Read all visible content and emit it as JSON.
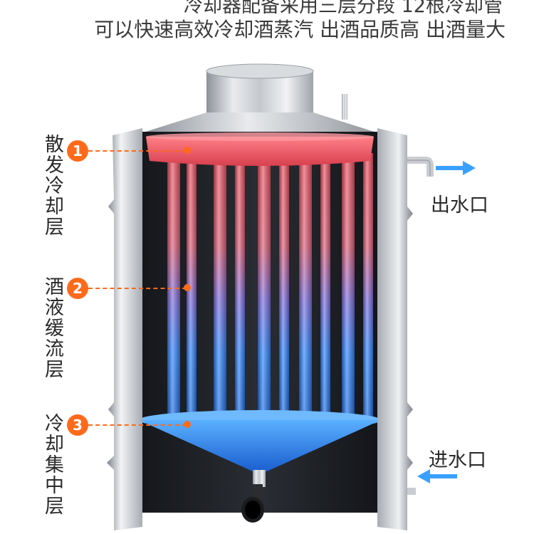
{
  "headline": {
    "line1": "冷却器配备采用三层分段 12根冷却管",
    "line2": "可以快速高效冷却酒蒸汽  出酒品质高  出酒量大"
  },
  "layers": [
    {
      "number": "1",
      "label": "散发冷却层"
    },
    {
      "number": "2",
      "label": "酒液缓流层"
    },
    {
      "number": "3",
      "label": "冷却集中层"
    }
  ],
  "ports": {
    "outlet": "出水口",
    "inlet": "进水口"
  },
  "colors": {
    "accent": "#ff6a1a",
    "hot": "#e84a5a",
    "cold": "#2a8cff",
    "steel": "#b8bcc2"
  },
  "icons": {
    "outlet_arrow": "arrow-right-icon",
    "inlet_arrow": "arrow-left-icon"
  }
}
